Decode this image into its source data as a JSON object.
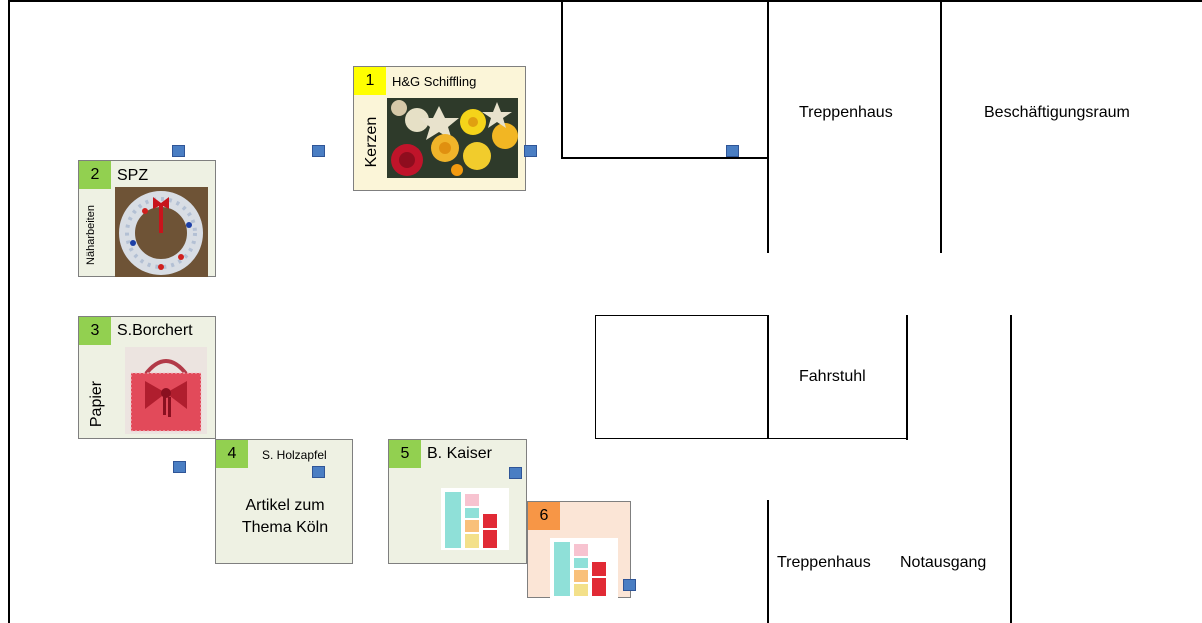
{
  "rooms": {
    "treppenhaus_top": "Treppenhaus",
    "beschaeftigungsraum": "Beschäftigungsraum",
    "fahrstuhl": "Fahrstuhl",
    "treppenhaus_bottom": "Treppenhaus",
    "notausgang": "Notausgang"
  },
  "booths": {
    "b1": {
      "number": "1",
      "name": "H&G Schiffling",
      "category": "Kerzen",
      "number_color": "#ffff00"
    },
    "b2": {
      "number": "2",
      "name": "SPZ",
      "category": "Näharbeiten",
      "number_color": "#92d050"
    },
    "b3": {
      "number": "3",
      "name": "S.Borchert",
      "category": "Papier",
      "number_color": "#92d050"
    },
    "b4": {
      "number": "4",
      "name": "S. Holzapfel",
      "description": "Artikel zum Thema Köln",
      "number_color": "#92d050"
    },
    "b5": {
      "number": "5",
      "name": "B. Kaiser",
      "number_color": "#92d050"
    },
    "b6": {
      "number": "6",
      "number_color": "#f79646"
    }
  }
}
